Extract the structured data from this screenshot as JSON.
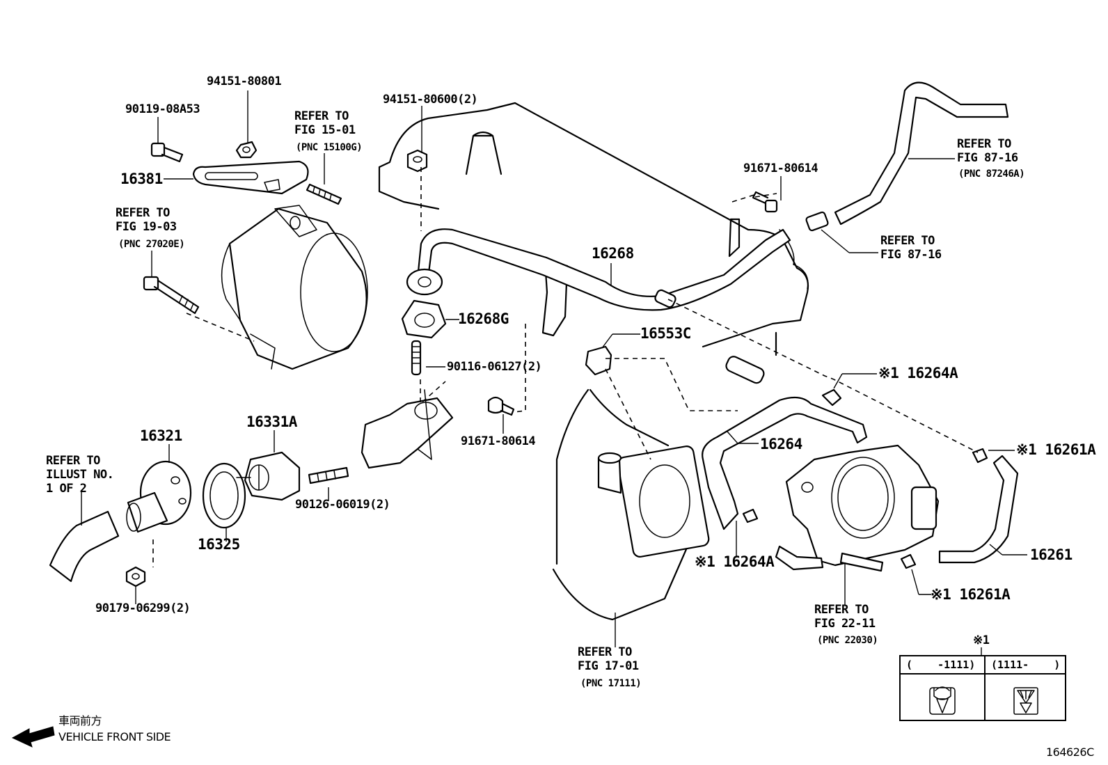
{
  "figure_code": "164626C",
  "direction": {
    "jp": "車両前方",
    "en": "VEHICLE FRONT SIDE"
  },
  "labels": [
    {
      "id": "p9411980801",
      "text": "94151-80801"
    },
    {
      "id": "p9011908a53",
      "text": "90119-08A53"
    },
    {
      "id": "refer1501",
      "text": "REFER TO\nFIG 15-01",
      "sub": "(PNC 15100G)"
    },
    {
      "id": "p16381",
      "text": "16381"
    },
    {
      "id": "refer1903",
      "text": "REFER TO\nFIG 19-03",
      "sub": "(PNC 27020E)"
    },
    {
      "id": "p9415180600",
      "text": "94151-80600(2)"
    },
    {
      "id": "p9167180614a",
      "text": "91671-80614"
    },
    {
      "id": "refer8716a",
      "text": "REFER TO\nFIG 87-16",
      "sub": "(PNC 87246A)"
    },
    {
      "id": "refer8716b",
      "text": "REFER TO\nFIG 87-16"
    },
    {
      "id": "p16268",
      "text": "16268"
    },
    {
      "id": "p16268g",
      "text": "16268G"
    },
    {
      "id": "p16553c",
      "text": "16553C"
    },
    {
      "id": "p9011606127",
      "text": "90116-06127(2)"
    },
    {
      "id": "p16264a_top",
      "text": "※1 16264A"
    },
    {
      "id": "p9167180614b",
      "text": "91671-80614"
    },
    {
      "id": "p16331a",
      "text": "16331A"
    },
    {
      "id": "p16321",
      "text": "16321"
    },
    {
      "id": "p16264",
      "text": "16264"
    },
    {
      "id": "p16261a_top",
      "text": "※1 16261A"
    },
    {
      "id": "referillust",
      "text": "REFER TO\nILLUST NO.\n1 OF 2"
    },
    {
      "id": "p9012606019",
      "text": "90126-06019(2)"
    },
    {
      "id": "p16325",
      "text": "16325"
    },
    {
      "id": "p16264a_bot",
      "text": "※1 16264A"
    },
    {
      "id": "p16261",
      "text": "16261"
    },
    {
      "id": "p16261a_bot",
      "text": "※1 16261A"
    },
    {
      "id": "p9017906299",
      "text": "90179-06299(2)"
    },
    {
      "id": "refer2211",
      "text": "REFER TO\nFIG 22-11",
      "sub": "(PNC 22030)"
    },
    {
      "id": "refer1701",
      "text": "REFER TO\nFIG 17-01",
      "sub": "(PNC 17111)"
    }
  ],
  "note_table": {
    "mark": "※1",
    "col1": "(    -1111)",
    "col2": "(1111-    )"
  }
}
